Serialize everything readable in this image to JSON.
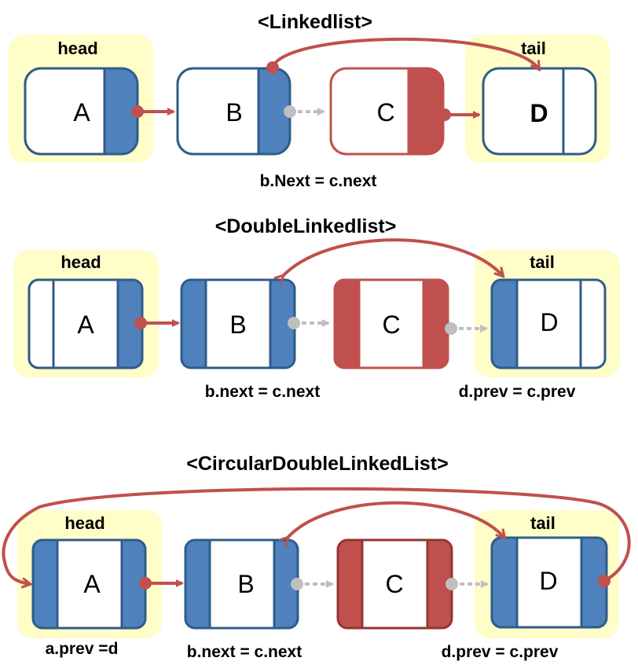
{
  "colors": {
    "blue": "#4F81BD",
    "blue_border": "#2F5C8A",
    "red": "#C0504D",
    "red_dark": "#943634",
    "highlight": "#FFFDC8",
    "arrow": "#C0504D",
    "dotted": "#BFBFBF",
    "white": "#FFFFFF"
  },
  "singly": {
    "title": "<Linkedlist>",
    "head_label": "head",
    "tail_label": "tail",
    "caption": "b.Next = c.next",
    "nodes": [
      "A",
      "B",
      "C",
      "D"
    ]
  },
  "doubly": {
    "title": "<DoubleLinkedlist>",
    "head_label": "head",
    "tail_label": "tail",
    "caption_left": "b.next = c.next",
    "caption_right": "d.prev = c.prev",
    "nodes": [
      "A",
      "B",
      "C",
      "D"
    ]
  },
  "circular": {
    "title": "<CircularDoubleLinkedList>",
    "head_label": "head",
    "tail_label": "tail",
    "caption_a": "a.prev =d",
    "caption_left": "b.next = c.next",
    "caption_right": "d.prev = c.prev",
    "nodes": [
      "A",
      "B",
      "C",
      "D"
    ]
  }
}
